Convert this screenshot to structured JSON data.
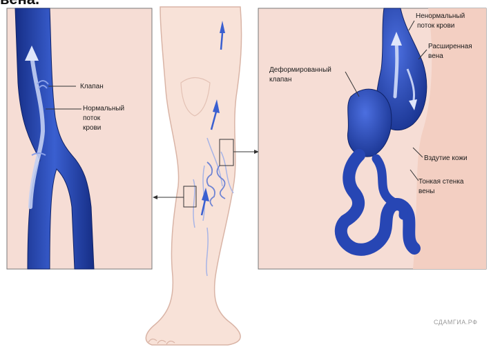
{
  "header": {
    "cropped_word": "вена."
  },
  "left_panel": {
    "labels": {
      "valve": "Клапан",
      "normal_flow": [
        "Нормальный",
        "поток",
        "крови"
      ]
    }
  },
  "right_panel": {
    "labels": {
      "abnormal_flow": [
        "Ненормальный",
        "поток крови"
      ],
      "dilated_vein": [
        "Расширенная",
        "вена"
      ],
      "deformed_valve": [
        "Деформированный",
        "клапан"
      ],
      "skin_bulge": "Вздутие кожи",
      "thin_wall": [
        "Тонкая стенка",
        "вены"
      ]
    }
  },
  "watermark": "СДАМГИА.РФ",
  "colors": {
    "panel_bg": "#f6ddd5",
    "vein_dark": "#1f3fa6",
    "vein_mid": "#3a5fd0",
    "vein_light": "#b9c6ef",
    "skin": "#f8e2d8",
    "skin_outline": "#d9b4a6"
  }
}
